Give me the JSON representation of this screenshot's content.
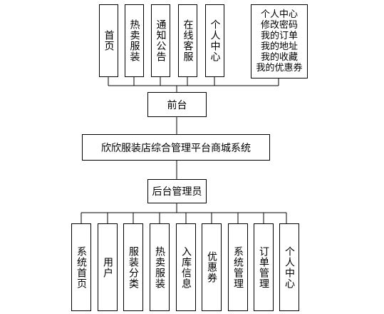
{
  "diagram": {
    "front_modules": [
      "首页",
      "热卖服装",
      "通知公告",
      "在线客服",
      "个人中心"
    ],
    "personal_center_items": [
      "个人中心",
      "修改密码",
      "我的订单",
      "我的地址",
      "我的收藏",
      "我的优惠券"
    ],
    "front_node": "前台",
    "system_node": "欣欣服装店综合管理平台商城系统",
    "admin_node": "后台管理员",
    "back_modules": [
      "系统首页",
      "用户",
      "服装分类",
      "热卖服装",
      "入库信息",
      "优惠券",
      "系统管理",
      "订单管理",
      "个人中心"
    ]
  }
}
